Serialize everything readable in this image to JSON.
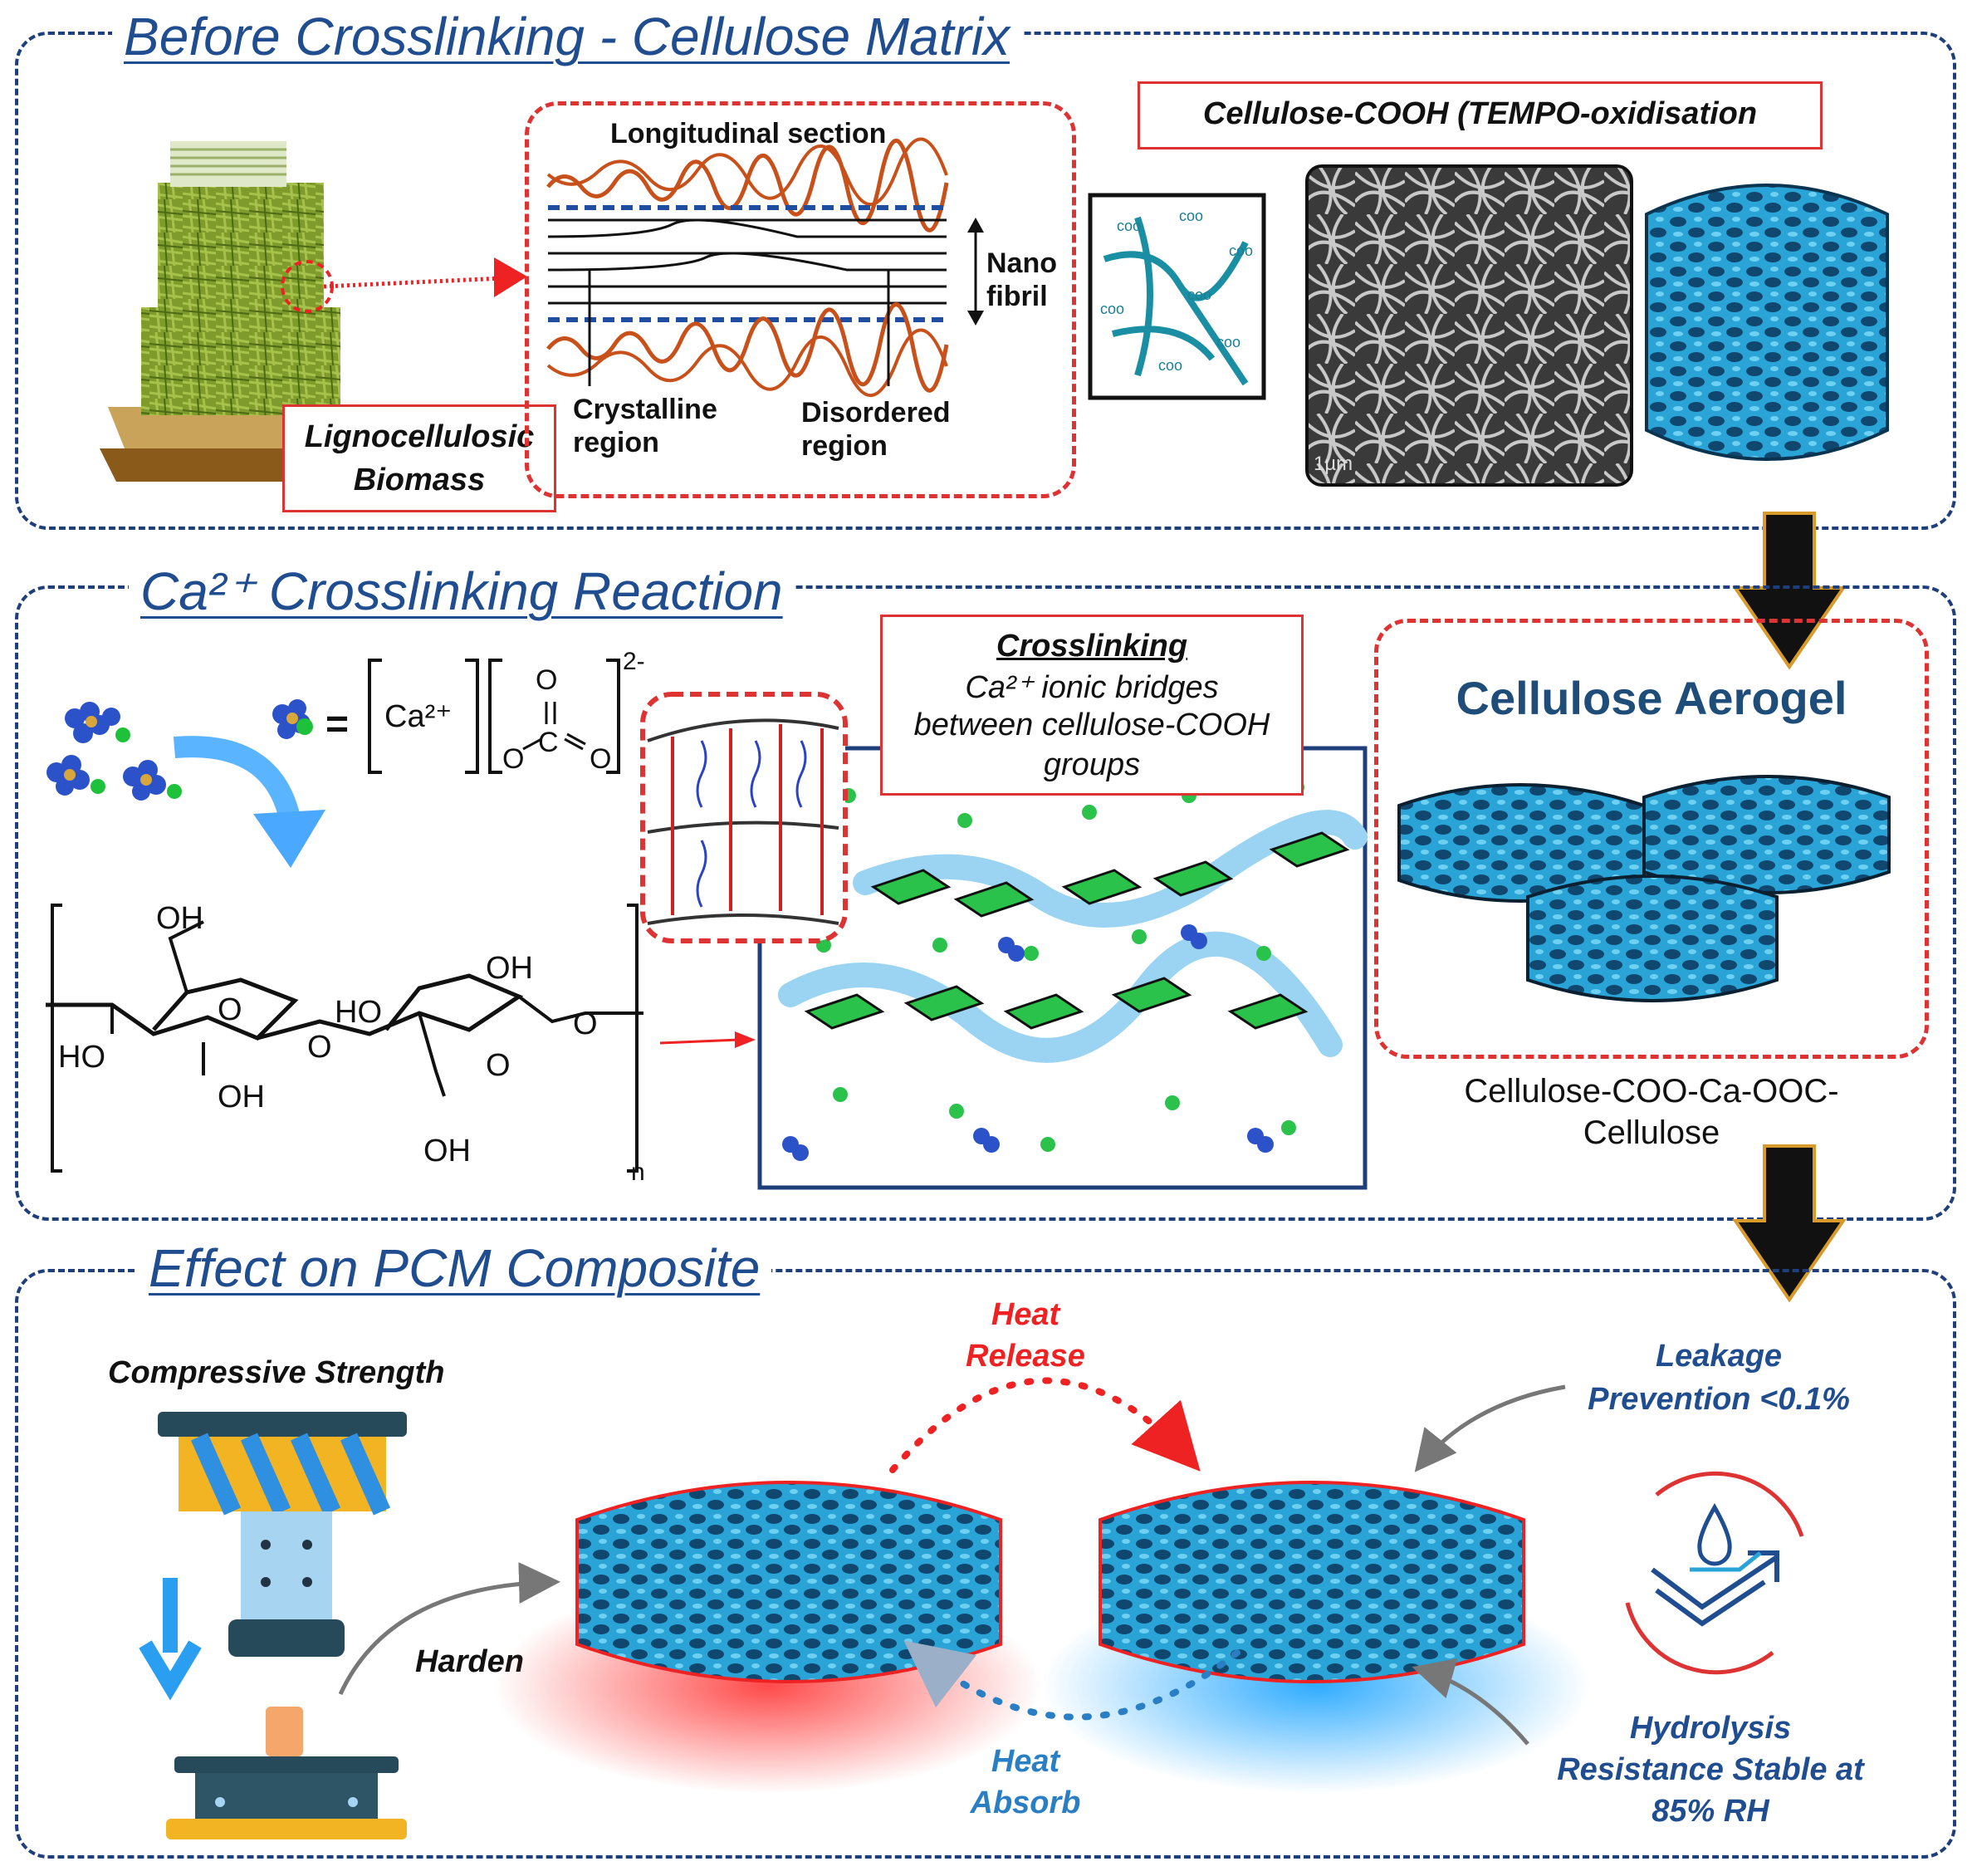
{
  "sections": {
    "before": {
      "title": "Before Crosslinking - Cellulose Matrix"
    },
    "reaction": {
      "title": "Ca²⁺ Crosslinking Reaction"
    },
    "effect": {
      "title": "Effect on PCM Composite"
    }
  },
  "before": {
    "biomass_label_line1": "Lignocellulosic",
    "biomass_label_line2": "Biomass",
    "longitudinal_title": "Longitudinal section",
    "nanofibril_line1": "Nano",
    "nanofibril_line2": "fibril",
    "crystalline_line1": "Crystalline",
    "crystalline_line2": "region",
    "disordered_line1": "Disordered",
    "disordered_line2": "region",
    "tempo_label": "Cellulose-COOH (TEMPO-oxidisation",
    "coo_label": "coo",
    "scale_label": "1µm"
  },
  "reaction": {
    "equals": "=",
    "ca_ion": "Ca²⁺",
    "carbonate_charge": "2-",
    "carbonate_o_top": "O",
    "carbonate_c": "C",
    "carbonate_o_left": "O",
    "carbonate_o_right": "O",
    "oh": "OH",
    "ho": "HO",
    "o": "O",
    "n_sub": "n",
    "crosslinking_title": "Crosslinking",
    "crosslinking_line1": "Ca²⁺ ionic bridges",
    "crosslinking_line2": "between cellulose-COOH",
    "crosslinking_line3": "groups",
    "aerogel_title": "Cellulose Aerogel",
    "aerogel_formula_line1": "Cellulose-COO-Ca-OOC-",
    "aerogel_formula_line2": "Cellulose"
  },
  "effect": {
    "compressive_title": "Compressive Strength",
    "harden": "Harden",
    "heat_release_line1": "Heat",
    "heat_release_line2": "Release",
    "heat_absorb_line1": "Heat",
    "heat_absorb_line2": "Absorb",
    "leakage_line1": "Leakage",
    "leakage_line2": "Prevention <0.1%",
    "hydrolysis_line1": "Hydrolysis",
    "hydrolysis_line2": "Resistance Stable at",
    "hydrolysis_line3": "85% RH"
  },
  "colors": {
    "section_border": "#1f3f7a",
    "title_blue": "#1f4d8f",
    "accent_red": "#dd3333",
    "aerogel_blue": "#2aa3d6",
    "heat_blue": "#2a7fc4"
  }
}
